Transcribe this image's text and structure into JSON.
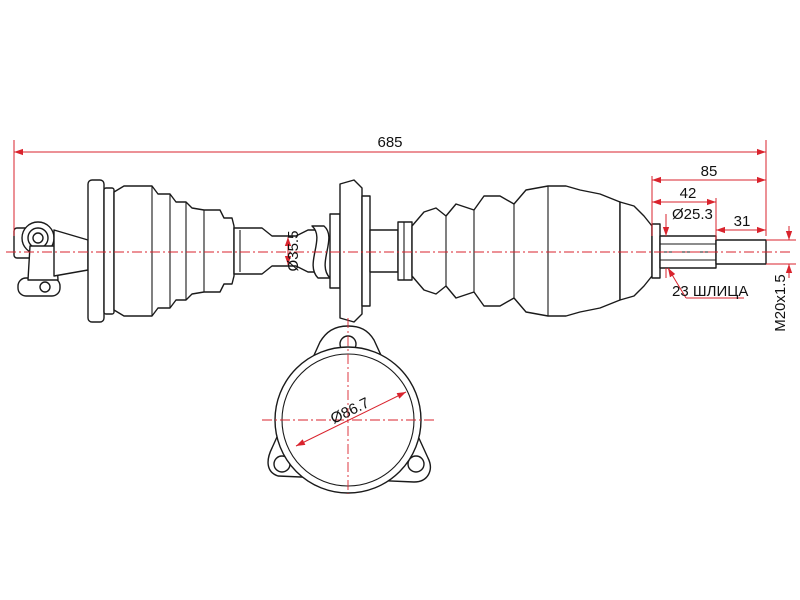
{
  "diagram": {
    "accent_color": "#d9232d",
    "line_color": "#1a1a1a",
    "dimensions": {
      "overall_length": "685",
      "splined_end_length": "85",
      "spline_length": "42",
      "spline_diameter": "Ø25.3",
      "thread_length": "31",
      "thread_spec": "M20x1.5",
      "spline_count": "23 ШЛИЦА",
      "shaft_diameter": "Ø35.5",
      "flange_diameter": "Ø86.7"
    }
  }
}
